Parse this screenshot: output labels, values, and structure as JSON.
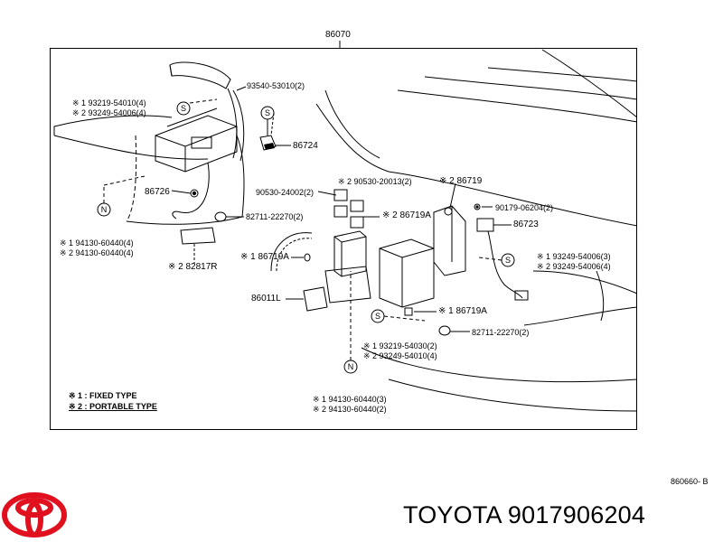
{
  "assembly_number": "86070",
  "reference_code": "860660- B",
  "brand_caption": "TOYOTA 9017906204",
  "brand_logo_icon": "toyota-emblem-icon",
  "brand_color": "#e0101e",
  "callout_symbols": {
    "s_clamp": "S",
    "n_nut": "N"
  },
  "legend": {
    "line1": "※ 1  : FIXED TYPE",
    "line2": "※ 2  : PORTABLE TYPE"
  },
  "labels": {
    "p93219_54010": "※ 1   93219-54010(4)",
    "p93249_54006a": "※ 2   93249-54006(4)",
    "p93540": "93540-53010(2)",
    "p86724": "86724",
    "p86726": "86726",
    "p90530_24002": "90530-24002(2)",
    "p82711_22270a": "82711-22270(2)",
    "p94130_60440a": "※ 1   94130-60440(4)",
    "p94130_60440b": "※ 2   94130-60440(4)",
    "p82817R": "※ 2 82817R",
    "p90530_20013": "※ 2   90530-20013(2)",
    "p86719": "※ 2 86719",
    "p90179": "90179-06204(2)",
    "p86719A_top": "※ 2 86719A",
    "p86723": "86723",
    "p86719A_left": "※ 1   86719A",
    "p93249_54006b": "※ 1   93249-54006(3)",
    "p93249_54006c": "※ 2   93249-54006(4)",
    "p86011L": "86011L",
    "p86719A_mid": "※ 1 86719A",
    "p82711_22270b": "82711-22270(2)",
    "p93219_54030": "※ 1   93219-54030(2)",
    "p93249_54010": "※ 2   93249-54010(4)",
    "p94130_60440c": "※ 1   94130-60440(3)",
    "p94130_60440d": "※ 2   94130-60440(2)"
  }
}
